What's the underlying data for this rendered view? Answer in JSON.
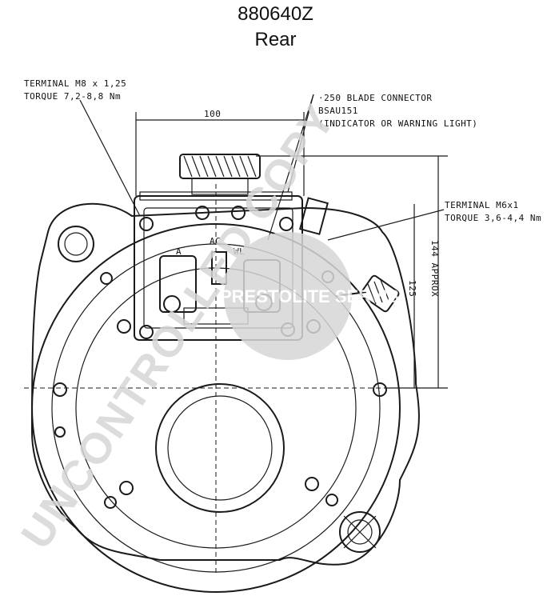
{
  "header": {
    "part_number": "880640Z",
    "view": "Rear"
  },
  "annotations": {
    "terminal_m8_line1": "TERMINAL  M8 x 1,25",
    "terminal_m8_line2": "TORQUE 7,2-8,8 Nm",
    "blade_line1": "·250 BLADE CONNECTOR",
    "blade_line2": "BSAU151",
    "blade_line3": "(INDICATOR OR WARNING LIGHT)",
    "terminal_m6_line1": "TERMINAL  M6x1",
    "terminal_m6_line2": "TORQUE 3,6-4,4 Nm",
    "dim_100": "100",
    "dim_125": "125",
    "dim_144": "144 APPROX",
    "label_a": "A",
    "label_ac": "AC",
    "label_wl": "WL"
  },
  "watermark": {
    "text": "UNCONTROLLED COPY",
    "logo_text": "PRESTOLITE SERVIS"
  }
}
